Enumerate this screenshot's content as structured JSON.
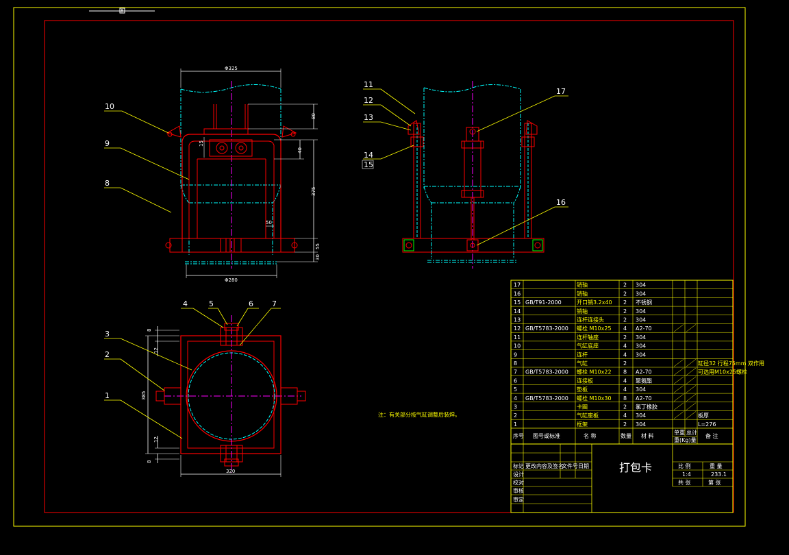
{
  "view_bar": "8",
  "views": {
    "front": {
      "dims": {
        "top_width": "Φ325",
        "bottom_width": "Φ280",
        "h80": "80",
        "h40": "40",
        "h375": "375",
        "h55": "55",
        "h30": "30",
        "w50": "50",
        "d15": "15"
      },
      "callouts": [
        "10",
        "9",
        "8"
      ]
    },
    "side": {
      "callouts_left": [
        "11",
        "12",
        "13",
        "14",
        "15"
      ],
      "callouts_right": [
        "17",
        "16"
      ]
    },
    "top": {
      "dims": {
        "width": "320",
        "height": "385",
        "d8_top": "8",
        "d12_top": "12",
        "d12_bottom": "12",
        "d8_bottom": "8"
      },
      "callouts_top": [
        "4",
        "5",
        "6",
        "7"
      ],
      "callouts_left": [
        "3",
        "2",
        "1"
      ]
    }
  },
  "note": "注：有关部分按气缸调整后装焊。",
  "bom": {
    "rows": [
      {
        "no": "17",
        "code": "",
        "name": "销轴",
        "qty": "2",
        "material": "304"
      },
      {
        "no": "16",
        "code": "",
        "name": "销轴",
        "qty": "2",
        "material": "304"
      },
      {
        "no": "15",
        "code": "GB/T91-2000",
        "name": "开口销3.2x40",
        "qty": "2",
        "material": "不锈钢"
      },
      {
        "no": "14",
        "code": "",
        "name": "销轴",
        "qty": "2",
        "material": "304"
      },
      {
        "no": "13",
        "code": "",
        "name": "连杆连接头",
        "qty": "2",
        "material": "304"
      },
      {
        "no": "12",
        "code": "GB/T5783-2000",
        "name": "螺栓 M10x25",
        "qty": "4",
        "material": "A2-70"
      },
      {
        "no": "11",
        "code": "",
        "name": "连杆轴座",
        "qty": "2",
        "material": "304"
      },
      {
        "no": "10",
        "code": "",
        "name": "气缸底座",
        "qty": "4",
        "material": "304"
      },
      {
        "no": "9",
        "code": "",
        "name": "连杆",
        "qty": "4",
        "material": "304"
      },
      {
        "no": "8",
        "code": "",
        "name": "气缸",
        "qty": "2",
        "material": ""
      },
      {
        "no": "7",
        "code": "GB/T5783-2000",
        "name": "螺栓 M10x22",
        "qty": "8",
        "material": "A2-70"
      },
      {
        "no": "6",
        "code": "",
        "name": "连接板",
        "qty": "4",
        "material": "聚氨酯"
      },
      {
        "no": "5",
        "code": "",
        "name": "垫板",
        "qty": "4",
        "material": "304"
      },
      {
        "no": "4",
        "code": "GB/T5783-2000",
        "name": "螺栓 M10x30",
        "qty": "8",
        "material": "A2-70"
      },
      {
        "no": "3",
        "code": "",
        "name": "卡圈",
        "qty": "2",
        "material": "氯丁橡胶"
      },
      {
        "no": "2",
        "code": "",
        "name": "气缸座板",
        "qty": "4",
        "material": "304"
      },
      {
        "no": "1",
        "code": "",
        "name": "框架",
        "qty": "2",
        "material": "304"
      }
    ],
    "remarks": {
      "r8": "缸径32 行程75mm 双作用",
      "r7": "可选用M10x25螺栓",
      "r2": "板厚",
      "r1": "L=276"
    },
    "header": {
      "no": "序号",
      "code": "图号或标准",
      "name": "名  称",
      "qty": "数量",
      "material": "材  料",
      "unit": "单重",
      "total": "总计",
      "weight": "重(Kg)量",
      "remark": "备  注"
    }
  },
  "title_block": {
    "title": "打包卡",
    "row_labels": [
      "标记",
      "设计",
      "校对",
      "审核",
      "审定"
    ],
    "col_labels": [
      "更改内容及签名",
      "文件号",
      "日期"
    ],
    "scale_label": "比  例",
    "weight_label": "重  量",
    "scale_value": "1:4",
    "weight_value": "233.1",
    "sheets_total": "共  张",
    "sheet_no": "第  张"
  },
  "colors": {
    "background": "#000000",
    "border_outer": "#ffff00",
    "border_inner": "#ff0000",
    "part": "#ff0000",
    "hidden": "#00ffff",
    "center": "#ff00ff",
    "text": "#ffffff",
    "leader": "#ffff00"
  }
}
